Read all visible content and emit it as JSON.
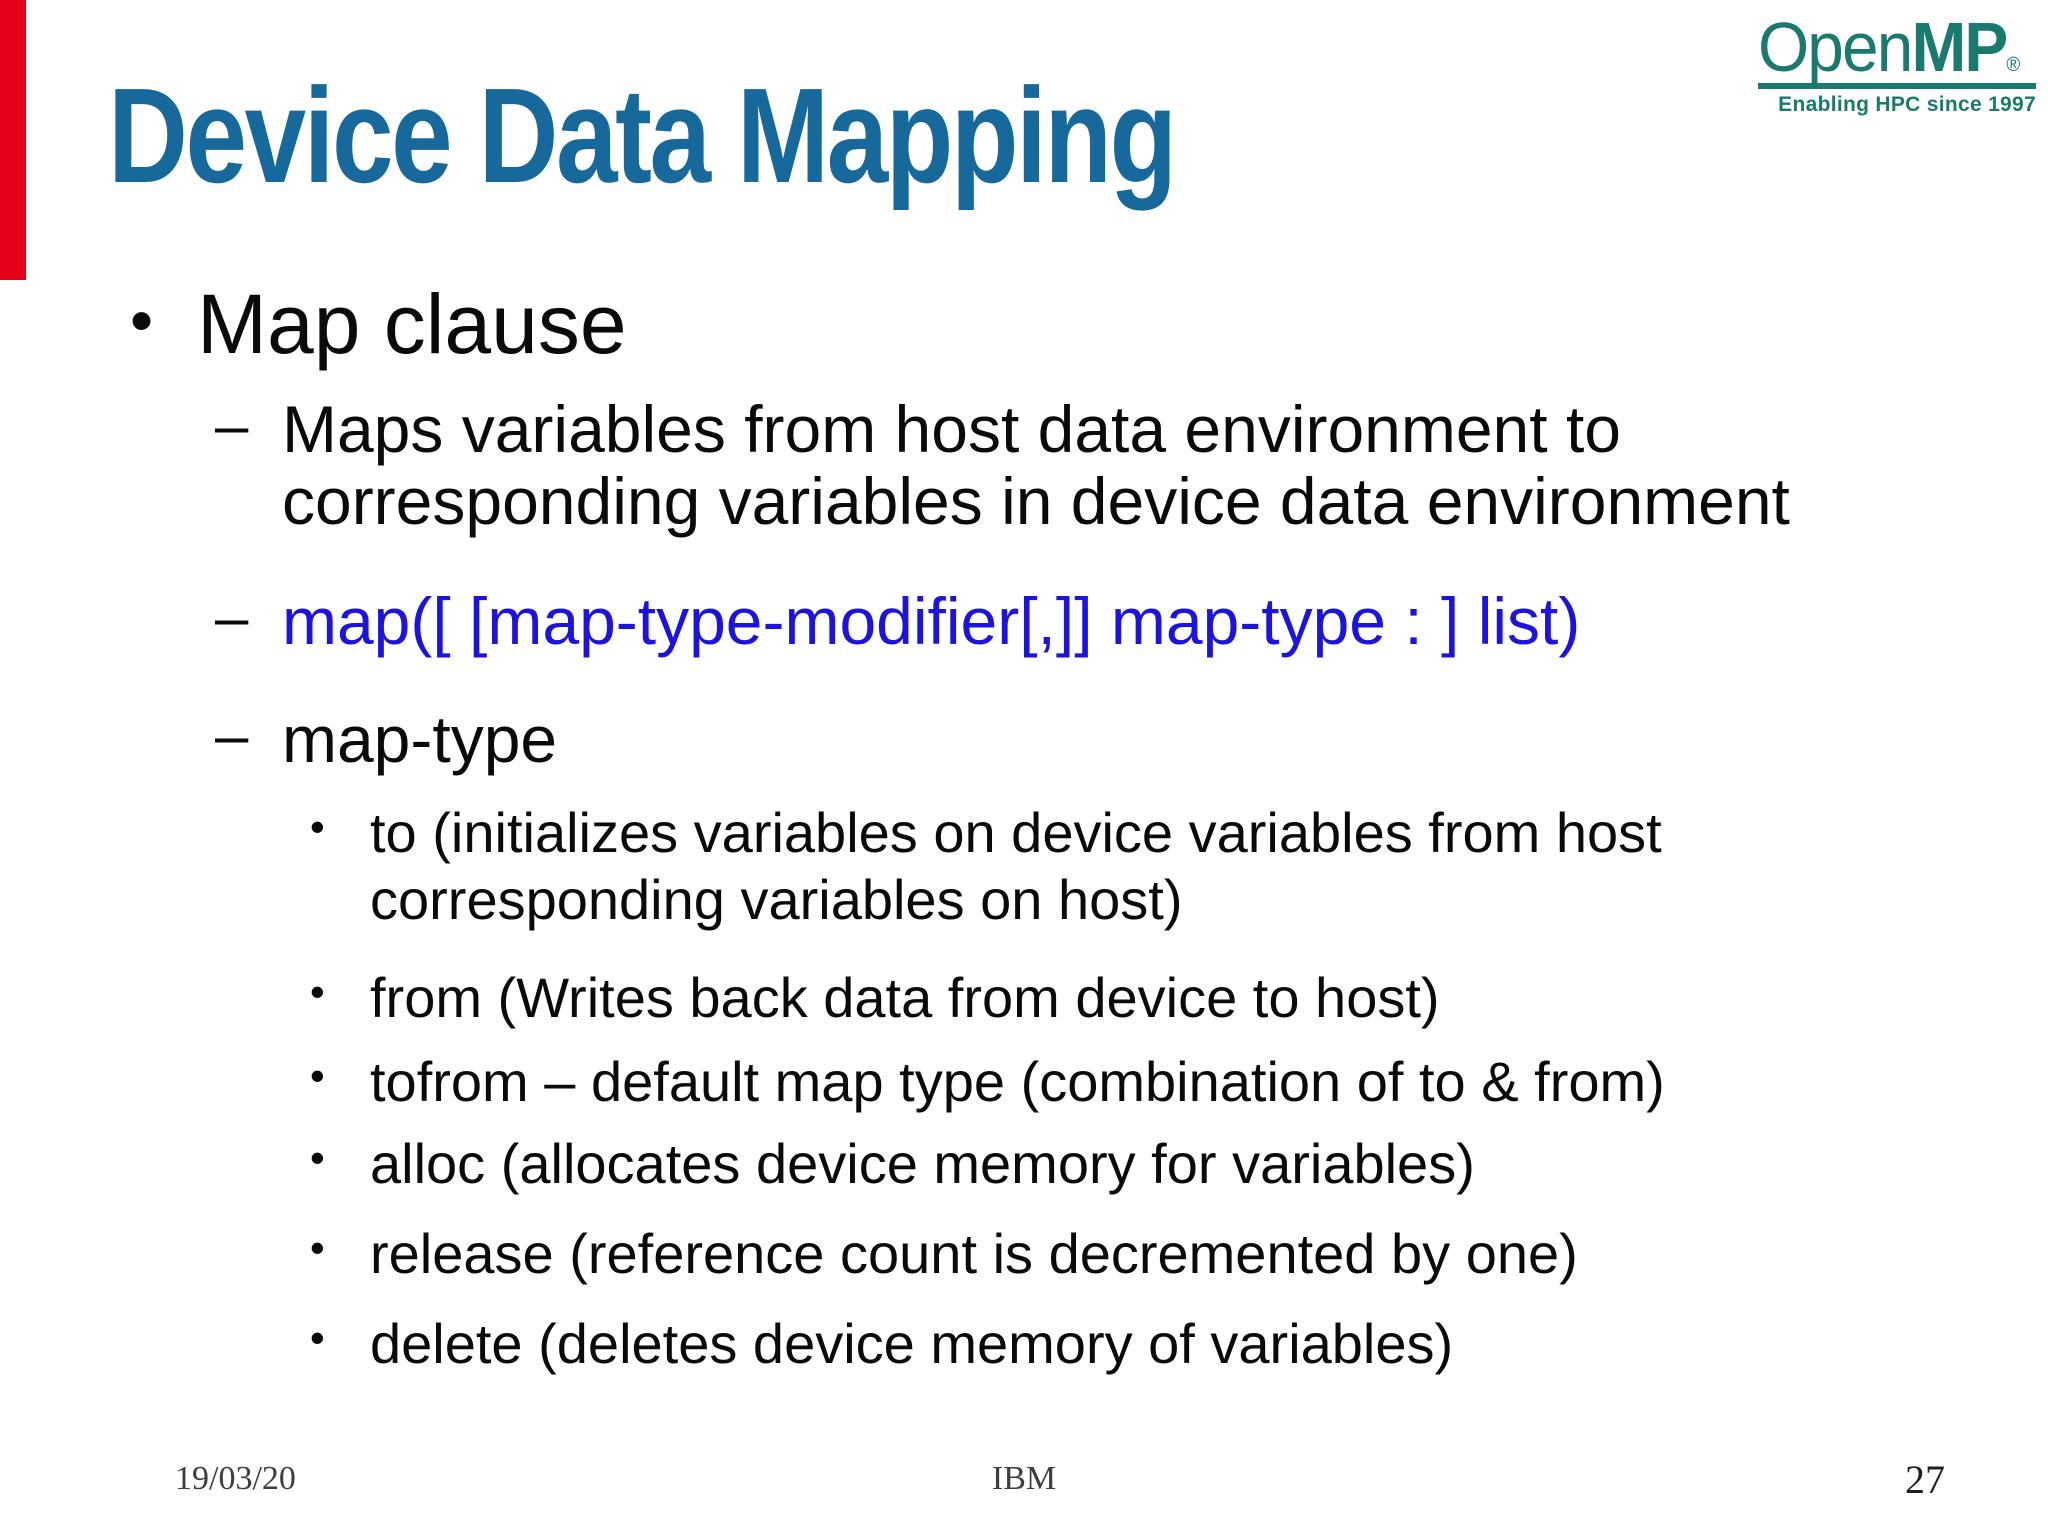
{
  "slide": {
    "title": "Device Data Mapping",
    "logo": {
      "open": "Open",
      "mp": "MP",
      "reg": "®",
      "tagline": "Enabling HPC since 1997"
    },
    "content": {
      "items": [
        {
          "level": 1,
          "marker": "•",
          "lines": [
            "Map clause"
          ]
        },
        {
          "level": 2,
          "marker": "–",
          "lines": [
            "Maps variables from host data environment to",
            "corresponding variables in device data environment"
          ]
        },
        {
          "level": 2,
          "marker": "–",
          "lines": [
            "map([ [map-type-modifier[,]] map-type : ] list)"
          ],
          "highlight": "code-blue"
        },
        {
          "level": 2,
          "marker": "–",
          "lines": [
            "map-type"
          ]
        },
        {
          "level": 3,
          "marker": "•",
          "lines": [
            "to (initializes variables on device variables from host",
            "corresponding variables on host)"
          ]
        },
        {
          "level": 3,
          "marker": "•",
          "lines": [
            "from (Writes back data from device to host)"
          ]
        },
        {
          "level": 3,
          "marker": "•",
          "lines": [
            "tofrom – default map type (combination of to & from)"
          ]
        },
        {
          "level": 3,
          "marker": "•",
          "lines": [
            "alloc (allocates device memory for variables)"
          ]
        },
        {
          "level": 3,
          "marker": "•",
          "lines": [
            "release (reference count is decremented by one)"
          ]
        },
        {
          "level": 3,
          "marker": "•",
          "lines": [
            "delete (deletes device memory of variables)"
          ]
        }
      ]
    },
    "footer": {
      "date": "19/03/20",
      "org": "IBM",
      "page": "27"
    },
    "colors": {
      "title_blue": "#17689B",
      "code_blue": "#1C13E0",
      "logo_teal": "#1B7A70",
      "red_bar": "#E50019",
      "body_text": "#0A0A0A",
      "footer_text": "#3E3E3E"
    }
  }
}
